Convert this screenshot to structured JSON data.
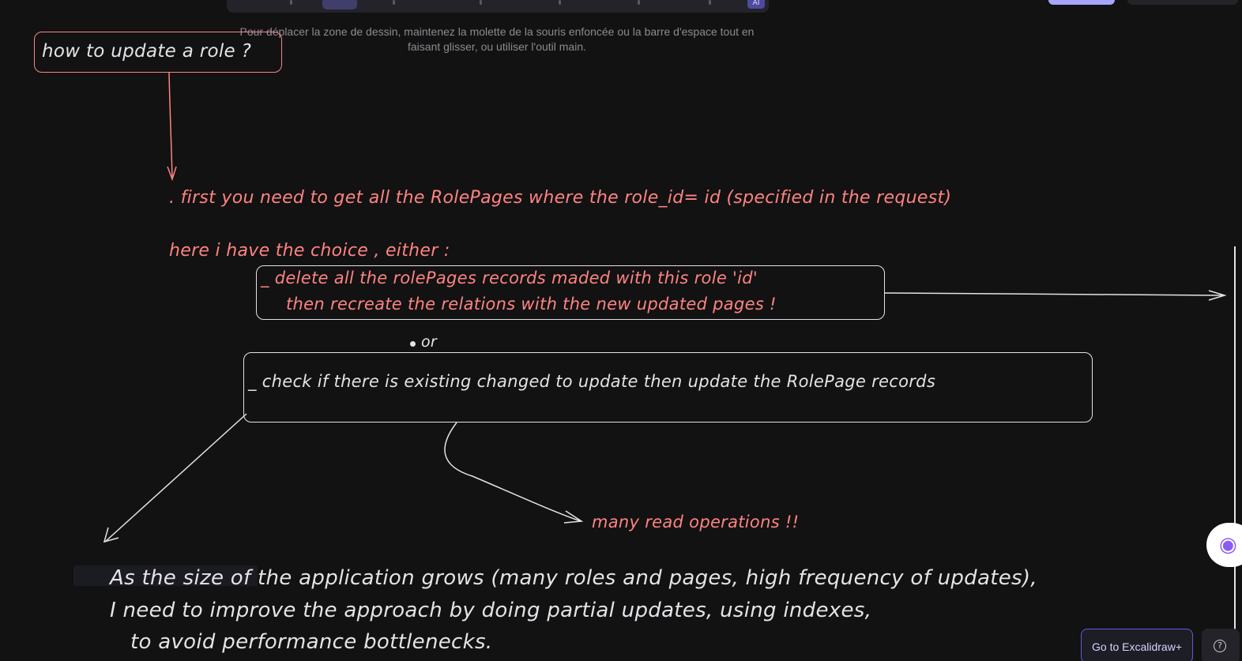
{
  "app": {
    "hint": "Pour déplacer la zone de dessin, maintenez la molette de la souris enfoncée ou la barre d'espace tout en faisant glisser, ou utiliser l'outil main.",
    "ai_badge": "AI",
    "excalidraw_plus_button": "Go to Excalidraw+",
    "help_icon": "?"
  },
  "colors": {
    "background": "#121212",
    "stroke_red": "#ff8383",
    "stroke_white": "#e3e3e8",
    "accent": "#a8a5ff"
  },
  "icons": {
    "help": "help-icon",
    "ai_assistant": "brain-icon"
  },
  "drawing": {
    "title_box": "how to update a role ?",
    "step_one": ". first you need to get all the RolePages where the role_id= id (specified in the request)",
    "choice_intro": "here i have the choice , either :",
    "option_one_line1": "_ delete all the rolePages records maded with this role 'id'",
    "option_one_line2": "then recreate the relations with the new updated pages !",
    "or_label": "or",
    "option_two": "_ check if there is existing changed to update then update the RolePage records",
    "warning": "many read operations !!",
    "conclusion_line1": "As the size of the application grows (many roles and pages, high frequency of updates),",
    "conclusion_line2": "I need to improve the approach by doing partial updates, using indexes,",
    "conclusion_line3": "to avoid performance bottlenecks."
  }
}
